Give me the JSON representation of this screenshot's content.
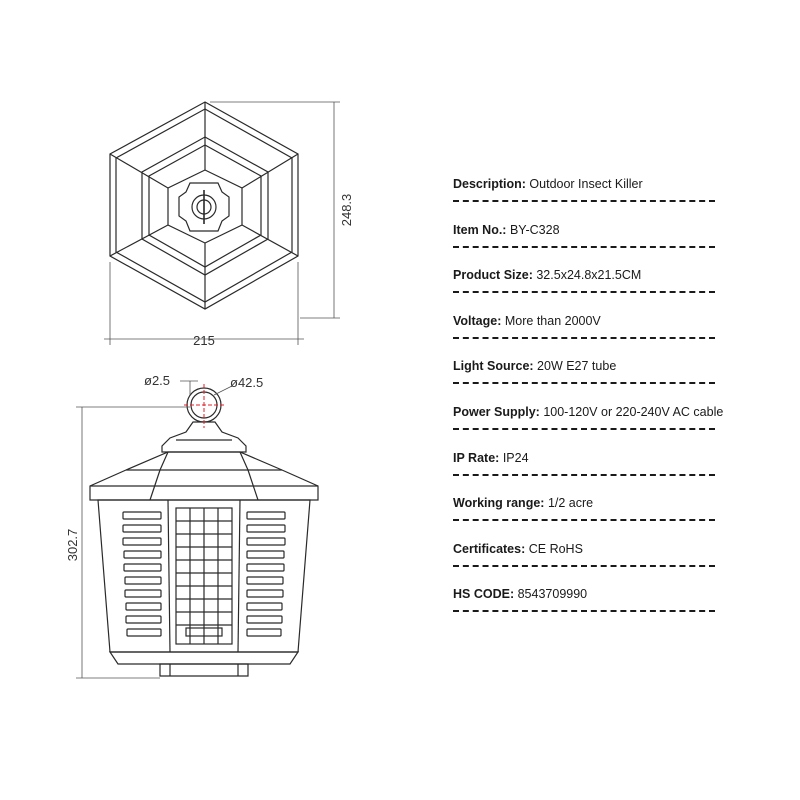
{
  "dimensions": {
    "top_view_height": "248.3",
    "top_view_width": "215",
    "hook_wire": "ø2.5",
    "hook_ring": "ø42.5",
    "front_view_height": "302.7"
  },
  "specs": [
    {
      "label": "Description:",
      "value": "Outdoor Insect Killer"
    },
    {
      "label": "Item No.:",
      "value": "BY-C328"
    },
    {
      "label": "Product Size:",
      "value": "32.5x24.8x21.5CM"
    },
    {
      "label": "Voltage:",
      "value": "More than 2000V"
    },
    {
      "label": "Light Source:",
      "value": "20W E27 tube"
    },
    {
      "label": "Power Supply:",
      "value": "100-120V or 220-240V AC cable"
    },
    {
      "label": "IP Rate:",
      "value": "IP24"
    },
    {
      "label": "Working range:",
      "value": "1/2 acre"
    },
    {
      "label": "Certificates:",
      "value": "CE RoHS"
    },
    {
      "label": "HS CODE:",
      "value": "8543709990"
    }
  ],
  "colors": {
    "line": "#2a2a2a",
    "hook_center": "#e0202a",
    "text": "#1a1a1a"
  }
}
